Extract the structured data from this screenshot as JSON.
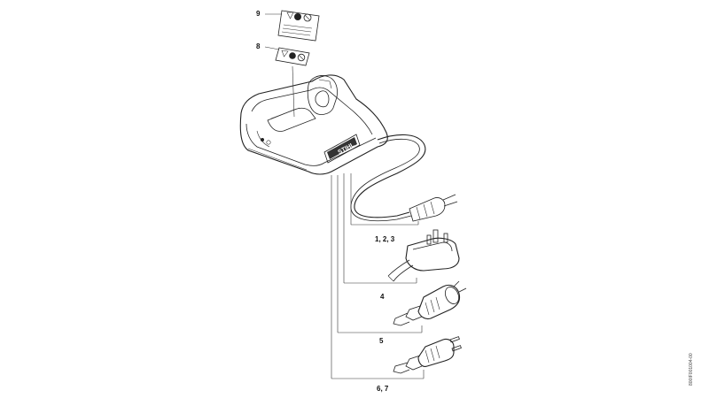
{
  "callouts": {
    "item_9": "9",
    "item_8": "8",
    "item_1_2_3": "1, 2, 3",
    "item_4": "4",
    "item_5": "5",
    "item_6_7": "6, 7"
  },
  "charger_brand": "STIHL",
  "doc_reference": "800IF001004-00"
}
